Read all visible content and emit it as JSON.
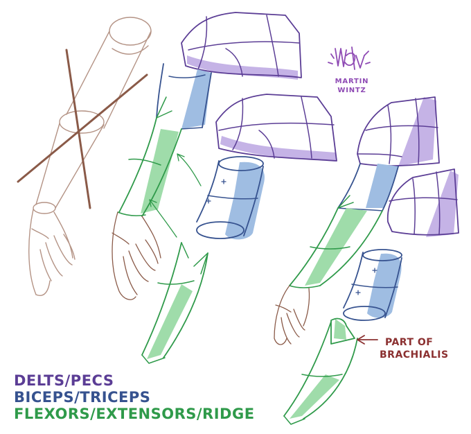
{
  "colors": {
    "delts": "#5b3d95",
    "delts_fill": "#c5b3e6",
    "biceps": "#36528f",
    "biceps_fill": "#9fbde2",
    "flexors": "#2f9a4a",
    "flexors_fill": "#9fdcaa",
    "sketch": "#b49385",
    "guide": "#8a5a48",
    "annotation": "#8b3030",
    "signature": "#8e4ab4",
    "background": "#ffffff"
  },
  "legend": {
    "delts": "DELTS/PECS",
    "biceps": "BICEPS/TRICEPS",
    "flexors": "FLEXORS/EXTENSORS/RIDGE"
  },
  "annotation": {
    "line1": "PART OF",
    "line2": "BRACHIALIS"
  },
  "signature": {
    "line1": "MARTIN",
    "line2": "WINTZ"
  }
}
